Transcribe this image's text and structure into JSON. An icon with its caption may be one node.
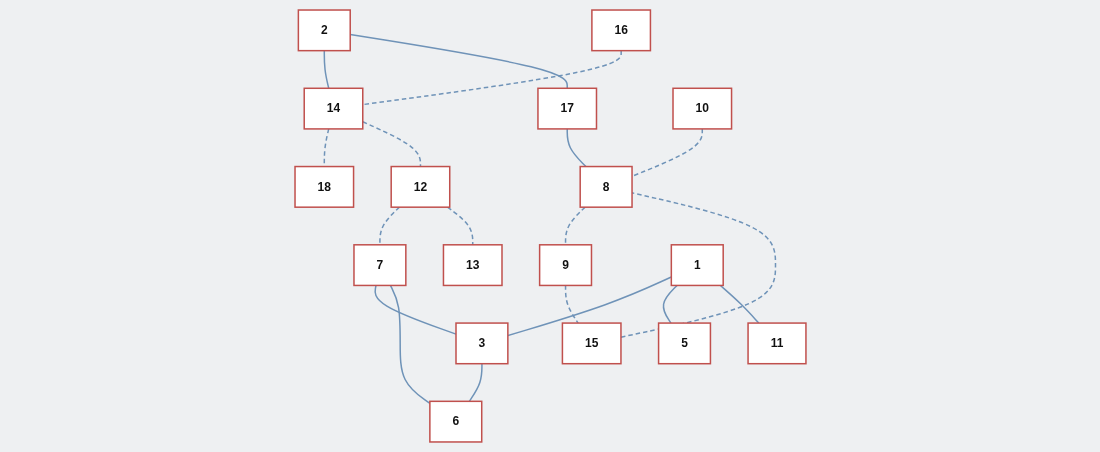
{
  "diagram": {
    "nodes": [
      {
        "text": [
          "2"
        ]
      },
      {
        "text": [
          "14"
        ]
      },
      {
        "text": [
          "16"
        ]
      },
      {
        "text": [
          "18"
        ]
      },
      {
        "text": [
          "12"
        ]
      },
      {
        "text": [
          "7"
        ]
      },
      {
        "text": [
          "13"
        ]
      },
      {
        "text": [
          "3"
        ]
      },
      {
        "text": [
          "17"
        ]
      },
      {
        "text": [
          "6"
        ]
      },
      {
        "text": [
          "9"
        ]
      },
      {
        "text": [
          "1"
        ]
      },
      {
        "text": [
          "10"
        ]
      },
      {
        "text": [
          "15"
        ]
      },
      {
        "text": [
          "8"
        ]
      },
      {
        "text": [
          "5"
        ]
      },
      {
        "text": [
          "11"
        ]
      }
    ],
    "edges": [
      {
        "from": 0,
        "to": 1,
        "arrow": "none"
      },
      {
        "from": 0,
        "to": 8,
        "arrow": "none"
      },
      {
        "from": 2,
        "to": 1,
        "arrow": "none",
        "style": "dashed"
      },
      {
        "from": 1,
        "to": 3,
        "arrow": "none",
        "style": "dashed"
      },
      {
        "from": 1,
        "to": 4,
        "arrow": "none",
        "style": "dashed"
      },
      {
        "from": 4,
        "to": 5,
        "arrow": "none",
        "style": "dashed"
      },
      {
        "from": 4,
        "to": 6,
        "arrow": "none",
        "style": "dashed"
      },
      {
        "from": 5,
        "to": 7,
        "arrow": "none"
      },
      {
        "from": 5,
        "to": 9,
        "arrow": "none"
      },
      {
        "from": 7,
        "to": 9,
        "arrow": "none"
      },
      {
        "from": 8,
        "to": 14,
        "arrow": "none"
      },
      {
        "from": 11,
        "to": 7,
        "arrow": "none"
      },
      {
        "from": 11,
        "to": 15,
        "arrow": "none"
      },
      {
        "from": 11,
        "to": 16,
        "arrow": "none"
      },
      {
        "from": 12,
        "to": 14,
        "arrow": "none",
        "style": "dashed"
      },
      {
        "from": 14,
        "to": 10,
        "arrow": "none",
        "style": "dashed"
      },
      {
        "from": 10,
        "to": 13,
        "arrow": "none",
        "style": "dashed"
      },
      {
        "from": 13,
        "to": 14,
        "arrow": "none",
        "style": "dashed"
      }
    ]
  }
}
